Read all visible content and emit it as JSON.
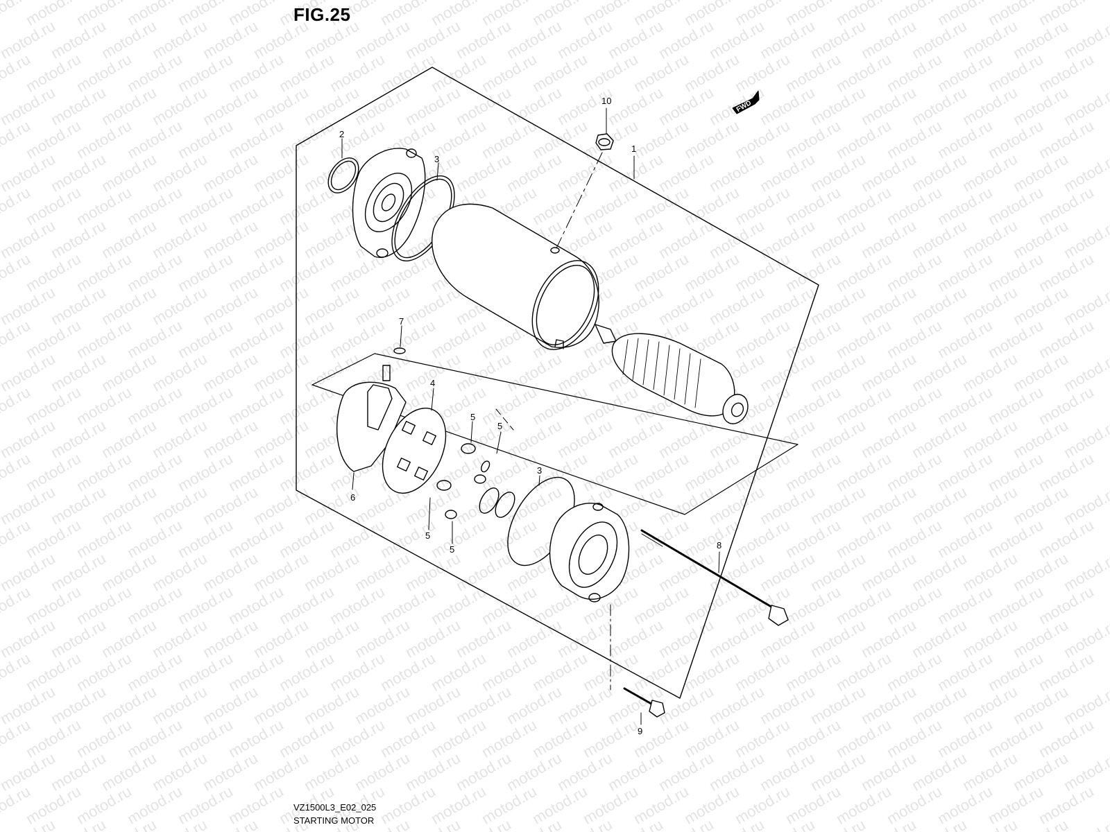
{
  "figure": {
    "title": "FIG.25",
    "code": "VZ1500L3_E02_025",
    "caption": "STARTING MOTOR",
    "fwd_label": "FWD",
    "watermark": "motod.ru"
  },
  "callouts": [
    {
      "id": "c1",
      "label": "1",
      "part": "starter-motor-assembly"
    },
    {
      "id": "c2",
      "label": "2",
      "part": "o-ring"
    },
    {
      "id": "c3a",
      "label": "3",
      "part": "o-ring"
    },
    {
      "id": "c3b",
      "label": "3",
      "part": "o-ring"
    },
    {
      "id": "c4",
      "label": "4",
      "part": "brush-holder-plate"
    },
    {
      "id": "c5a",
      "label": "5",
      "part": "brush"
    },
    {
      "id": "c5b",
      "label": "5",
      "part": "brush-spring"
    },
    {
      "id": "c5c",
      "label": "5",
      "part": "brush"
    },
    {
      "id": "c5d",
      "label": "5",
      "part": "brush-spring"
    },
    {
      "id": "c6",
      "label": "6",
      "part": "terminal-housing"
    },
    {
      "id": "c7",
      "label": "7",
      "part": "o-ring-small"
    },
    {
      "id": "c8",
      "label": "8",
      "part": "through-bolt"
    },
    {
      "id": "c9",
      "label": "9",
      "part": "mounting-bolt"
    },
    {
      "id": "c10",
      "label": "10",
      "part": "nut"
    }
  ]
}
